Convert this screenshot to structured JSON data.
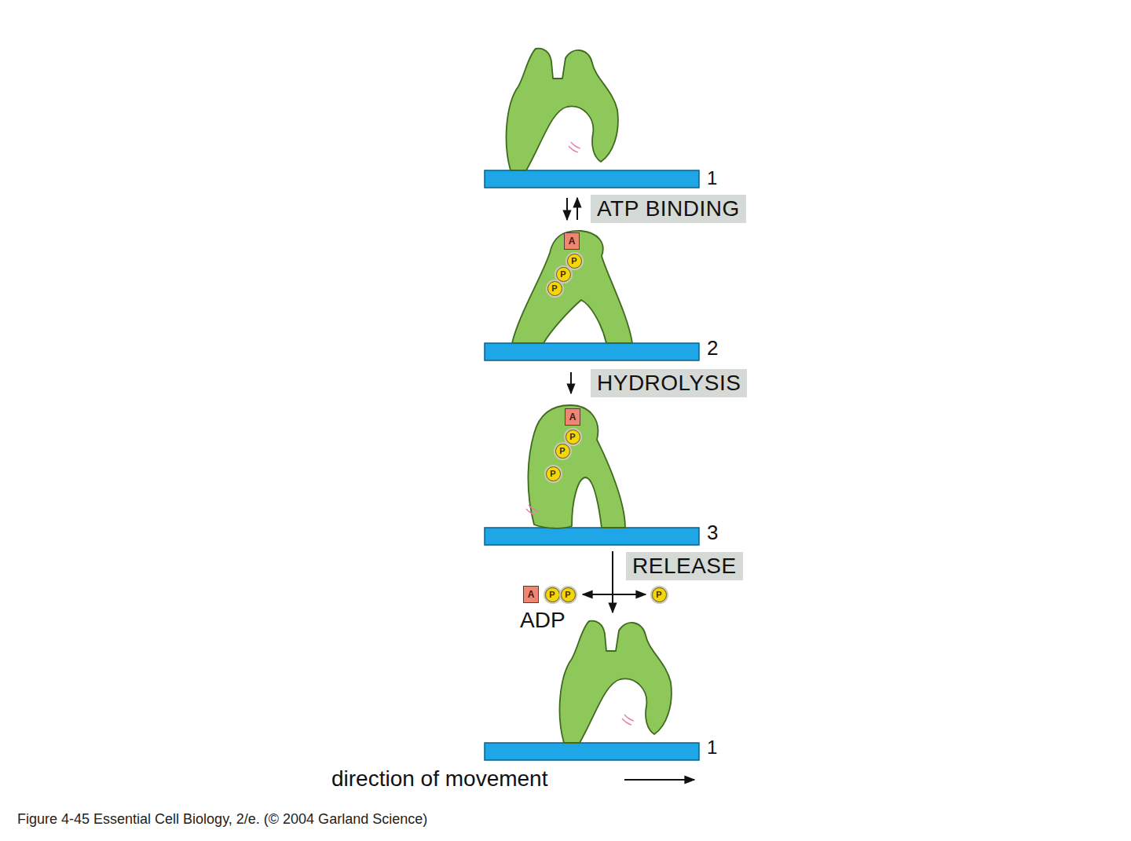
{
  "diagram": {
    "caption": "Figure 4-45 Essential Cell Biology, 2/e. (© 2004 Garland Science)",
    "nodes": [
      {
        "text": [
          "ATP BINDING"
        ]
      },
      {
        "text": [
          "A"
        ]
      },
      {
        "text": [
          "P"
        ]
      },
      {
        "text": [
          "P"
        ]
      },
      {
        "text": [
          "P"
        ]
      },
      {
        "text": [
          "HYDROLYSIS"
        ]
      },
      {
        "text": [
          "A"
        ]
      },
      {
        "text": [
          "P"
        ]
      },
      {
        "text": [
          "P"
        ]
      },
      {
        "text": [
          "P"
        ]
      },
      {
        "text": [
          "RELEASE"
        ]
      },
      {
        "text": [
          "A"
        ]
      },
      {
        "text": [
          "P"
        ]
      },
      {
        "text": [
          "P"
        ]
      },
      {
        "text": [
          "P"
        ]
      }
    ],
    "labels": [
      "1",
      "2",
      "3",
      "1",
      "ADP",
      "direction of movement"
    ]
  }
}
